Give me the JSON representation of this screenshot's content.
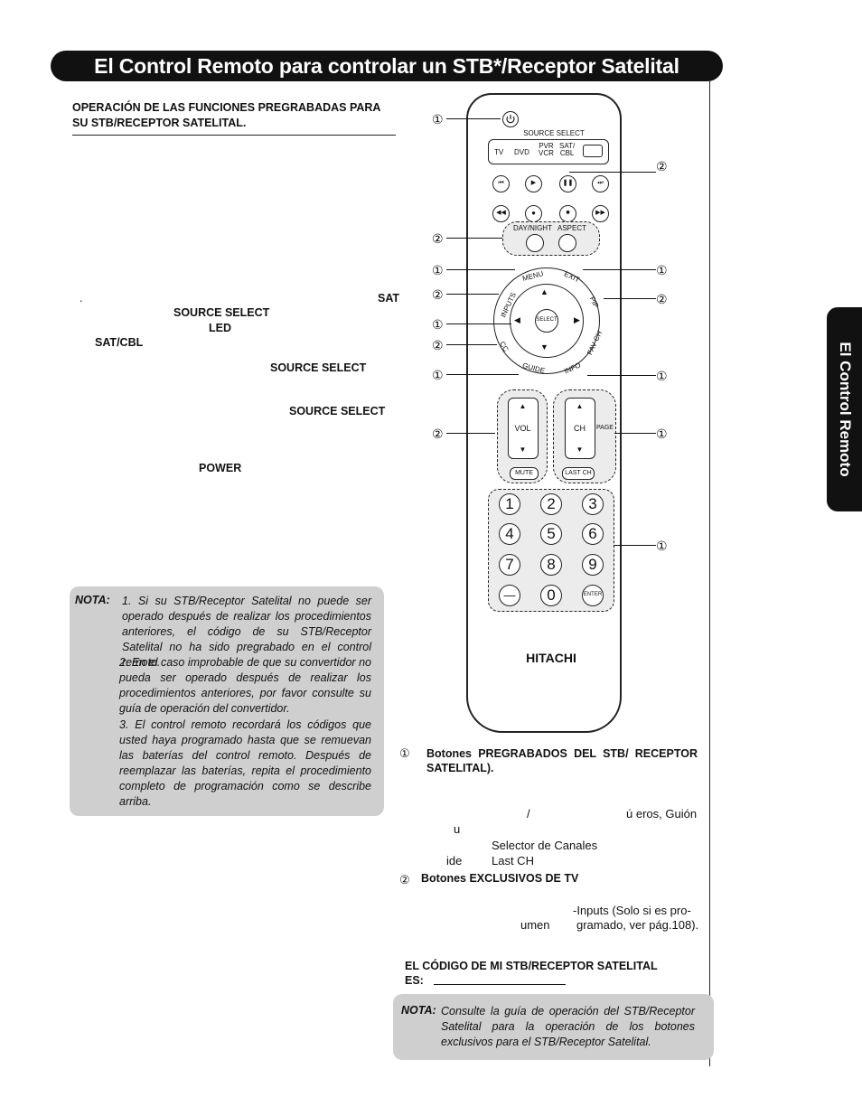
{
  "header": {
    "title": "El Control Remoto para controlar un STB*/Receptor Satelital"
  },
  "side_tab": {
    "label": "El Control Remoto"
  },
  "left": {
    "heading": "OPERACIÓN DE LAS FUNCIONES PREGRABADAS PARA SU STB/RECEPTOR SATELITAL.",
    "dot": ".",
    "frag_sat": "SAT",
    "frag_source_select_1": "SOURCE SELECT",
    "frag_led": "LED",
    "frag_satcbl": "SAT/CBL",
    "frag_source_select_2": "SOURCE  SELECT",
    "frag_source_select_3": "SOURCE SELECT",
    "frag_power": "POWER"
  },
  "nota1": {
    "label": "NOTA:",
    "items": [
      "1. Si su STB/Receptor Satelital no puede ser operado después de realizar los procedimientos anteriores, el código de su STB/Receptor Satelital no ha sido pregrabado en el control remoto.",
      "2. En el caso improbable de que su convertidor no pueda ser operado después de realizar los procedimientos anteriores, por favor consulte su guía de operación del convertidor.",
      "3. El control remoto recordará los códigos que usted haya programado hasta que se remuevan las baterías del control remoto. Después de reemplazar las baterías, repita el procedimiento completo de programación como se describe arriba."
    ]
  },
  "remote": {
    "source_select": "SOURCE SELECT",
    "src_tv": "TV",
    "src_dvd": "DVD",
    "src_pvr": "PVR",
    "src_vcr": "VCR",
    "src_sat": "SAT/",
    "src_cbl": "CBL",
    "day_night": "DAY/NIGHT",
    "aspect": "ASPECT",
    "menu": "MENU",
    "exit": "EXIT",
    "inputs": "INPUTS",
    "pip": "PIP",
    "cc": "CC",
    "fav_ch": "FAV CH",
    "guide": "GUIDE",
    "info": "INFO",
    "select": "SELECT",
    "vol": "VOL",
    "ch": "CH",
    "page": "PAGE",
    "mute": "MUTE",
    "last_ch": "LAST CH",
    "digits": [
      "1",
      "2",
      "3",
      "4",
      "5",
      "6",
      "7",
      "8",
      "9",
      "—",
      "0"
    ],
    "enter": "ENTER",
    "brand": "HITACHI",
    "callout_1": "①",
    "callout_2": "②"
  },
  "right": {
    "legend1_num": "①",
    "legend1_text": "Botones   PREGRABADOS   DEL   STB/ RECEPTOR SATELITAL).",
    "frag_slash": "/",
    "frag_numeros": "ú    eros, Guión",
    "frag_u": "u",
    "frag_selector": "Selector de Canales",
    "frag_ide": "ide",
    "frag_lastch": "Last CH",
    "legend2_num": "②",
    "legend2_text": "Botones EXCLUSIVOS DE TV",
    "frag_inputs": "-Inputs (Solo si es pro-",
    "frag_umen": "umen",
    "frag_gramado": "gramado, ver pág.108).",
    "code_label_1": "EL CÓDIGO DE MI STB/RECEPTOR  SATELITAL",
    "code_label_2": "ES:"
  },
  "nota2": {
    "label": "NOTA:",
    "text": "Consulte la guía de operación del STB/Receptor Satelital para la operación de los botones exclusivos para el STB/Receptor Satelital."
  }
}
